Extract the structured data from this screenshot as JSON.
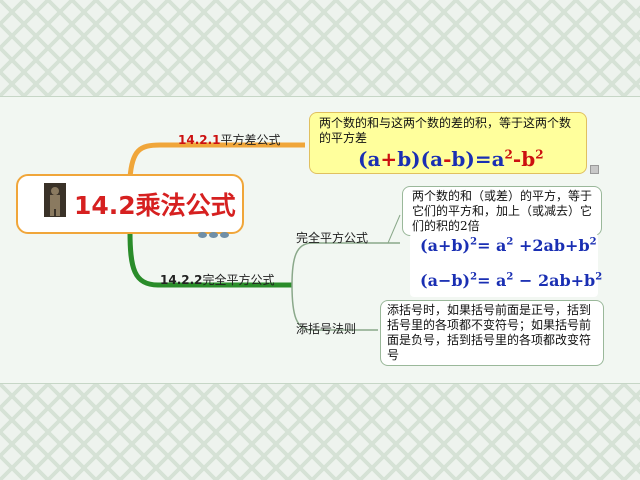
{
  "central": {
    "title": "14.2乘法公式"
  },
  "branch1": {
    "label_num": "14.2.1",
    "label_text": "平方差公式",
    "note": "两个数的和与这两个数的差的积，等于这两个数的平方差",
    "formula": {
      "p1": "(a",
      "op1": "+",
      "p2": "b)(a",
      "op2": "-",
      "p3": "b)=a",
      "sup1": "2",
      "p4": "-b",
      "sup2": "2"
    }
  },
  "branch2": {
    "label_num": "14.2.2",
    "label_text": "完全平方公式",
    "sub1": {
      "label": "完全平方公式",
      "note": "两个数的和（或差）的平方，等于它们的平方和，加上（或减去）它们的积的2倍",
      "formula1": {
        "a": "(a+b)",
        "s1": "2",
        "b": "= a",
        "s2": "2",
        "c": " +2ab+b",
        "s3": "2"
      },
      "formula2": {
        "a": "(a−b)",
        "s1": "2",
        "b": "= a",
        "s2": "2",
        "c": " − 2ab+b",
        "s3": "2"
      }
    },
    "sub2": {
      "label": "添括号法则",
      "note": "添括号时，如果括号前面是正号，括到括号里的各项都不变符号；如果括号前面是负号，括到括号里的各项都改变符号"
    }
  },
  "colors": {
    "branch1": "#f0a63a",
    "branch2": "#2a8c2a",
    "title": "#d62020",
    "box_yellow": "#ffff9c"
  }
}
